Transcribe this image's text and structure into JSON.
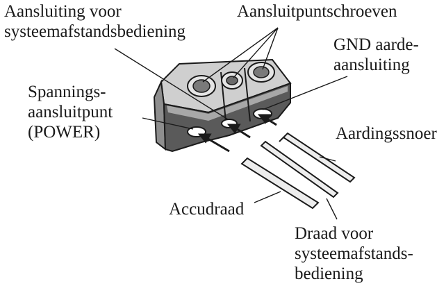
{
  "labels": {
    "remote_connection": [
      "Aansluiting voor",
      "systeemafstandsbediening"
    ],
    "terminal_screws": [
      "Aansluitpuntschroeven"
    ],
    "gnd": [
      "GND aarde-",
      "aansluiting"
    ],
    "power_terminal": [
      "Spannings-",
      "aansluitpunt",
      "(POWER)"
    ],
    "ground_cord": [
      "Aardingssnoer"
    ],
    "battery_wire": [
      "Accudraad"
    ],
    "remote_wire": [
      "Draad voor",
      "systeemafstands-",
      "bediening"
    ]
  },
  "colors": {
    "ink": "#1a1a1a",
    "block_fill": "#d9d9d9",
    "block_shade": "#9a9a9a",
    "wire_fill": "#ededed"
  },
  "icons": {
    "terminal_block": "terminal-block-icon",
    "screw": "screw-icon",
    "wire": "wire-icon",
    "arrow": "insert-arrow-icon"
  }
}
